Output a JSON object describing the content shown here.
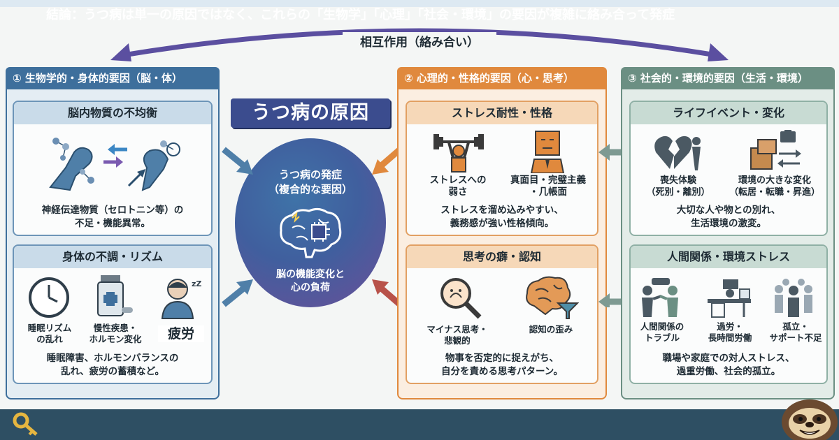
{
  "interaction_label": "相互作用（絡み合い）",
  "main_title": "うつ病の原因",
  "center": {
    "title_line1": "うつ病の発症",
    "title_line2": "（複合的な要因）",
    "bottom_line1": "脳の機能変化と",
    "bottom_line2": "心の負荷"
  },
  "columns": {
    "bio": {
      "header": "① 生物学的・身体的要因（脳・体）",
      "color": "#3e6f9c",
      "card1": {
        "title": "脳内物質の不均衡",
        "desc_line1": "神経伝達物質（セロトニン等）の",
        "desc_line2": "不足・機能異常。"
      },
      "card2": {
        "title": "身体の不調・リズム",
        "icon1_line1": "睡眠リズム",
        "icon1_line2": "の乱れ",
        "icon2_line1": "慢性疾患・",
        "icon2_line2": "ホルモン変化",
        "icon3": "疲労",
        "desc_line1": "睡眠障害、ホルモンバランスの",
        "desc_line2": "乱れ、疲労の蓄積など。"
      }
    },
    "psy": {
      "header": "② 心理的・性格的要因（心・思考）",
      "color": "#e0893d",
      "card1": {
        "title": "ストレス耐性・性格",
        "icon1_line1": "ストレスへの",
        "icon1_line2": "弱さ",
        "icon2_line1": "真面目・完璧主義",
        "icon2_line2": "・几帳面",
        "desc_line1": "ストレスを溜め込みやすい、",
        "desc_line2": "義務感が強い性格傾向。"
      },
      "card2": {
        "title": "思考の癖・認知",
        "icon1_line1": "マイナス思考・",
        "icon1_line2": "悲観的",
        "icon2": "認知の歪み",
        "desc_line1": "物事を否定的に捉えがち、",
        "desc_line2": "自分を責める思考パターン。"
      }
    },
    "soc": {
      "header": "③ 社会的・環境的要因（生活・環境）",
      "color": "#6b8f83",
      "card1": {
        "title": "ライフイベント・変化",
        "icon1_line1": "喪失体験",
        "icon1_line2": "（死別・離別）",
        "icon2_line1": "環境の大きな変化",
        "icon2_line2": "（転居・転職・昇進）",
        "desc_line1": "大切な人や物との別れ、",
        "desc_line2": "生活環境の激変。"
      },
      "card2": {
        "title": "人間関係・環境ストレス",
        "icon1_line1": "人間関係の",
        "icon1_line2": "トラブル",
        "icon2_line1": "過労・",
        "icon2_line2": "長時間労働",
        "icon3_line1": "孤立・",
        "icon3_line2": "サポート不足",
        "desc_line1": "職場や家庭での対人ストレス、",
        "desc_line2": "過重労働、社会的孤立。"
      }
    }
  },
  "footer": {
    "text": "結論：うつ病は単一の原因ではなく、これらの「生物学」「心理」「社会・環境」の要因が複雑に絡み合って発症"
  },
  "icons": [
    "neurotransmitter-icon",
    "clock-icon",
    "pill-bottle-icon",
    "tired-person-icon",
    "barbell-icon",
    "serious-face-icon",
    "magnifier-icon",
    "brain-funnel-icon",
    "broken-heart-icon",
    "moving-boxes-icon",
    "conflict-people-icon",
    "overwork-desk-icon",
    "isolation-people-icon",
    "brain-circuit-icon",
    "key-icon",
    "sloth-mascot-icon"
  ]
}
